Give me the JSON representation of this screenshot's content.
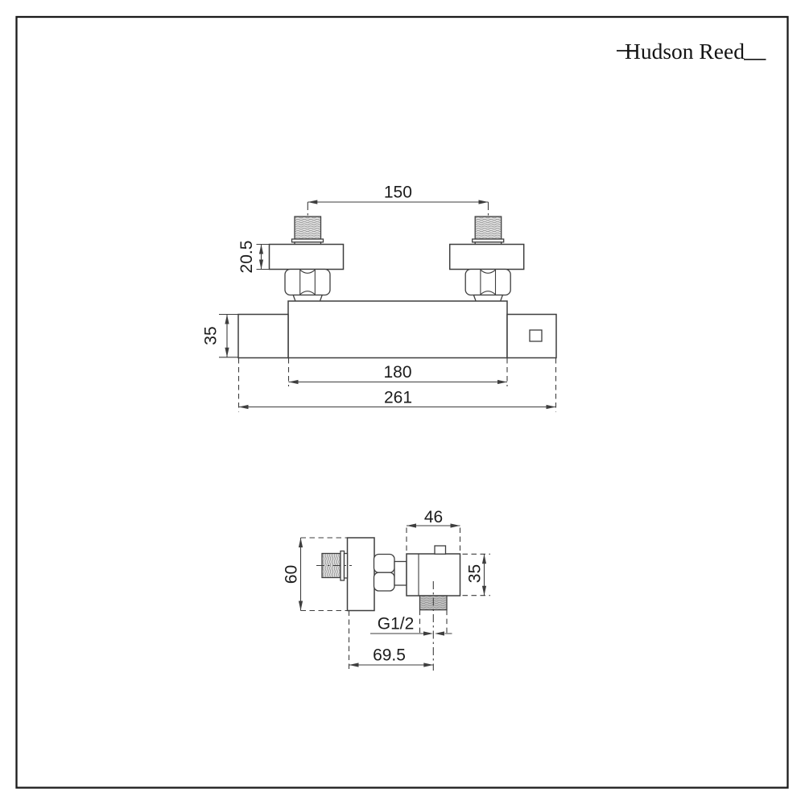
{
  "brand": {
    "name": "Hudson Reed"
  },
  "colors": {
    "background": "#ffffff",
    "line": "#3e3e3e",
    "text": "#1c1c1c",
    "thread_hatch": "#8a8a8a",
    "outlet_fill": "#c4c4c4"
  },
  "front_view": {
    "dims": {
      "inlet_spacing": "150",
      "escutcheon_depth": "20.5",
      "handle_height": "35",
      "body_width": "180",
      "overall_width": "261"
    }
  },
  "side_view": {
    "dims": {
      "body_depth": "46",
      "body_height": "35",
      "escutcheon_height": "60",
      "outlet_thread": "G1/2",
      "wall_to_outlet": "69.5"
    }
  }
}
